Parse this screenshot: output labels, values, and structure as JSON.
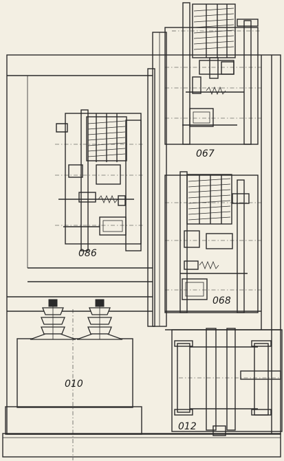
{
  "labels": {
    "unit_067": "067",
    "unit_086": "086",
    "unit_068": "068",
    "unit_010": "010",
    "unit_012": "012"
  }
}
